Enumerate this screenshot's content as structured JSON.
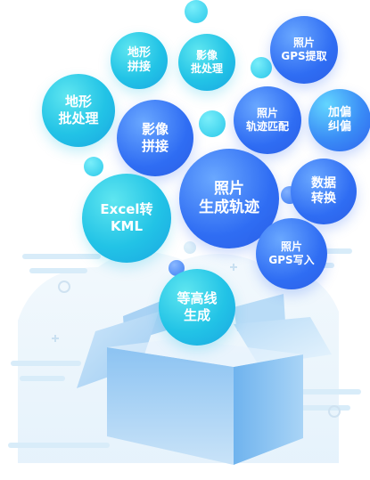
{
  "bubbles": {
    "dixing_pinjie": "地形\n拼接",
    "yingxiang_pichuli": "影像\n批处理",
    "zhaopian_gps_tiqu": "照片\nGPS提取",
    "dixing_pichuli": "地形\n批处理",
    "zhaopian_guiji_pipei": "照片\n轨迹匹配",
    "jiapian_jiupian": "加偏\n纠偏",
    "yingxiang_pinjie": "影像\n拼接",
    "zhaopian_shengcheng_guiji": "照片\n生成轨迹",
    "shuju_zhuanhuan": "数据\n转换",
    "excel_kml": "Excel转\nKML",
    "zhaopian_gps_xieru": "照片\nGPS写入",
    "dengaoxian_shengcheng": "等高线\n生成"
  },
  "icons": {
    "box": "open-box-illustration",
    "cloud": "cloud-background-illustration"
  },
  "colors": {
    "blue": "#2f6df3",
    "cyan": "#22c3e6",
    "box_front": "#5aa6e6",
    "box_light": "#dbeefb"
  }
}
